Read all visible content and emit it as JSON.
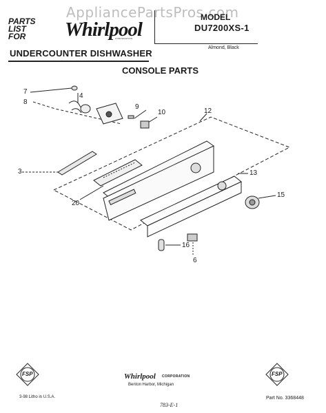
{
  "watermark": "AppliancePartsPros.com",
  "header": {
    "parts_list_lines": [
      "PARTS",
      "LIST",
      "FOR"
    ],
    "brand": "Whirlpool",
    "brand_sub": "CORPORATION",
    "model_label": "MODEL",
    "model_number": "DU7200XS-1",
    "product_title": "UNDERCOUNTER DISHWASHER",
    "finish": "Almond, Black"
  },
  "section_title": "CONSOLE PARTS",
  "callouts": [
    "7",
    "4",
    "8",
    "9",
    "10",
    "12",
    "3",
    "13",
    "20",
    "15",
    "16",
    "6"
  ],
  "footer": {
    "fsp_badge": "FSP",
    "corp_name": "Whirlpool",
    "corp_suffix": "CORPORATION",
    "corp_city": "Benton Harbor, Michigan",
    "litho": "3-98  Litho in U.S.A.",
    "part_number": "Part No. 3368448",
    "hand_code": "783-E-1"
  }
}
